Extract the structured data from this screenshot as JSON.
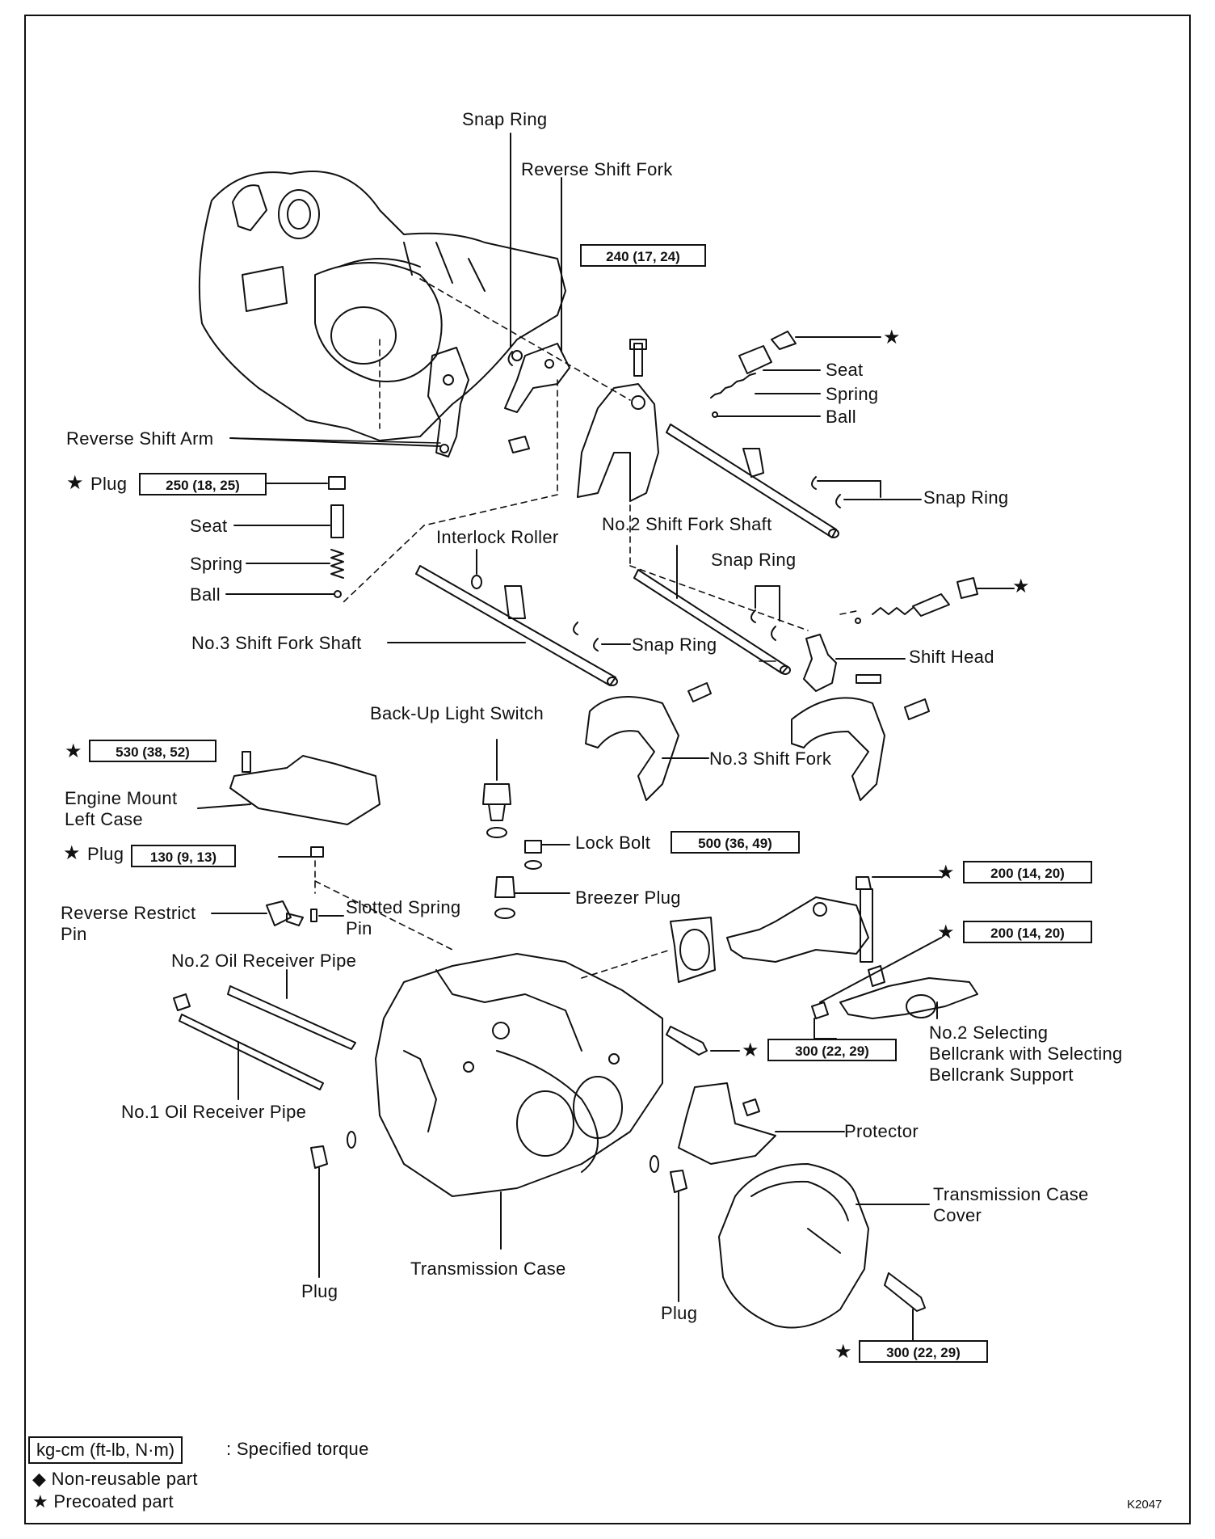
{
  "labels": {
    "snap_ring_top": "Snap Ring",
    "reverse_shift_fork": "Reverse Shift Fork",
    "reverse_shift_arm": "Reverse Shift Arm",
    "plug": "Plug",
    "seat": "Seat",
    "spring": "Spring",
    "ball": "Ball",
    "snap_ring_right": "Snap Ring",
    "interlock_roller": "Interlock Roller",
    "no2_shift_fork_shaft": "No.2 Shift Fork Shaft",
    "snap_ring_mid": "Snap Ring",
    "no3_shift_fork_shaft": "No.3 Shift Fork Shaft",
    "snap_ring_low": "Snap Ring",
    "shift_head": "Shift Head",
    "back_up_light_switch": "Back-Up Light Switch",
    "no3_shift_fork": "No.3 Shift Fork",
    "engine_mount_left_case": "Engine Mount Left Case",
    "lock_bolt": "Lock Bolt",
    "reverse_restrict_pin": "Reverse Restrict Pin",
    "slotted_spring_pin": "Slotted Spring Pin",
    "breezer_plug": "Breezer Plug",
    "no2_oil_receiver_pipe": "No.2 Oil Receiver Pipe",
    "no1_oil_receiver_pipe": "No.1 Oil Receiver Pipe",
    "no2_selecting_bellcrank": "No.2 Selecting Bellcrank with Selecting Bellcrank Support",
    "protector": "Protector",
    "transmission_case_cover": "Transmission Case Cover",
    "transmission_case": "Transmission Case",
    "plug_bottom_left": "Plug",
    "plug_bottom_mid": "Plug"
  },
  "torques": {
    "t240": "240 (17, 24)",
    "t250": "250 (18, 25)",
    "t530": "530 (38, 52)",
    "t130": "130 (9, 13)",
    "t500": "500 (36, 49)",
    "t200a": "200 (14, 20)",
    "t200b": "200 (14, 20)",
    "t300a": "300 (22, 29)",
    "t300b": "300 (22, 29)"
  },
  "legend": {
    "unit_box": "kg-cm (ft-lb, N·m)",
    "unit_desc": ": Specified torque",
    "non_reusable": "◆ Non-reusable part",
    "precoated": "★ Precoated part"
  },
  "figure_code": "K2047",
  "star_symbol": "★"
}
